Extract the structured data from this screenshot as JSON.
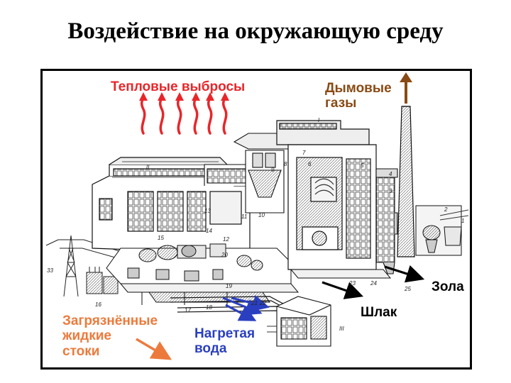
{
  "slide": {
    "title": "Воздействие на окружающую среду"
  },
  "labels": {
    "heat": "Тепловые выбросы",
    "flue_line1": "Дымовые",
    "flue_line2": "газы",
    "ash": "Зола",
    "slag": "Шлак",
    "waste_line1": "Загрязнённые",
    "waste_line2": "жидкие",
    "waste_line3": "стоки",
    "water_line1": "Нагретая",
    "water_line2": "вода"
  },
  "callouts": [
    "I",
    "II",
    "III",
    "1",
    "2",
    "3",
    "4",
    "5",
    "6",
    "7",
    "8",
    "9",
    "10",
    "11",
    "12",
    "13",
    "14",
    "15",
    "16",
    "17",
    "18",
    "19",
    "20",
    "21",
    "22",
    "23",
    "24",
    "25",
    "33"
  ],
  "colors": {
    "heat_arrows": "#e8262a",
    "flue_arrow": "#8a4a14",
    "waste_arrow": "#ec7a3c",
    "water_arrows": "#2a3fc0",
    "residue_arrows": "#000000"
  }
}
